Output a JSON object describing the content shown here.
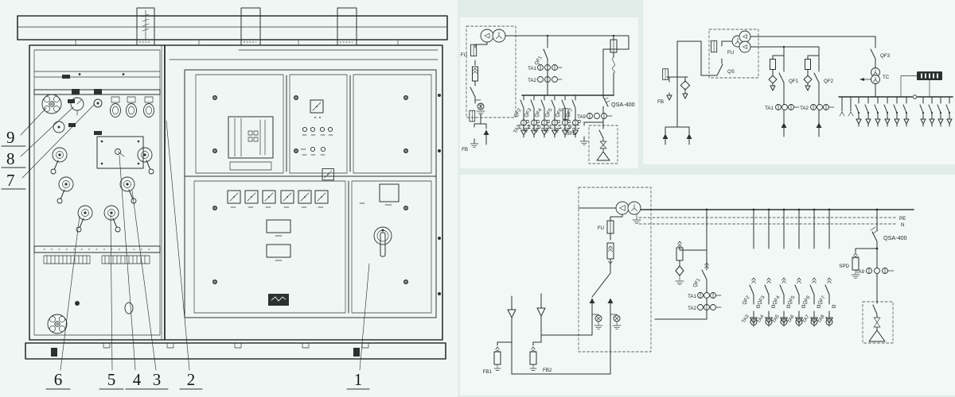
{
  "page": {
    "background": "#e2ece8",
    "panel": "#f2f8f5",
    "ink": "#2c322f"
  },
  "cabinet": {
    "callouts": [
      {
        "label": "1"
      },
      {
        "label": "2"
      },
      {
        "label": "3"
      },
      {
        "label": "4"
      },
      {
        "label": "5"
      },
      {
        "label": "6"
      },
      {
        "label": "7"
      },
      {
        "label": "8"
      },
      {
        "label": "9"
      }
    ]
  },
  "schematic1": {
    "labels": {
      "fu": "FU",
      "fb": "FB",
      "qf1": "QF1",
      "ta1": "TA1",
      "ta2": "TA2",
      "qsa": "QSA-400",
      "ta9": "TA9",
      "spd": "SPD"
    },
    "feeders": [
      {
        "breaker": "QF2",
        "ct": "TA3"
      },
      {
        "breaker": "QF3",
        "ct": "TA4"
      },
      {
        "breaker": "QF4",
        "ct": "TA5"
      },
      {
        "breaker": "QF5",
        "ct": "TA6"
      },
      {
        "breaker": "QF6",
        "ct": "TA7"
      },
      {
        "breaker": "QF7",
        "ct": "TA8"
      }
    ]
  },
  "schematic2": {
    "labels": {
      "fb": "FB",
      "fu": "FU",
      "qs": "QS",
      "qf1": "QF1",
      "qf2": "QF2",
      "qf3": "QF3",
      "ta1": "TA1",
      "ta2": "TA2",
      "tc": "TC"
    }
  },
  "schematic3": {
    "labels": {
      "fb1": "FB1",
      "fb2": "FB2",
      "fu": "FU",
      "qf1": "QF1",
      "ta1": "TA1",
      "ta2": "TA2",
      "pe": "PE",
      "n": "N",
      "spd": "SPD",
      "ta9": "TA9",
      "qsa": "QSA-400"
    },
    "feeders": [
      {
        "breaker": "QF2",
        "ct": "TA3"
      },
      {
        "breaker": "QF3",
        "ct": "TA4"
      },
      {
        "breaker": "QF4",
        "ct": "TA5"
      },
      {
        "breaker": "QF5",
        "ct": "TA6"
      },
      {
        "breaker": "QF6",
        "ct": "TA7"
      },
      {
        "breaker": "QF7",
        "ct": "TA8"
      }
    ]
  }
}
